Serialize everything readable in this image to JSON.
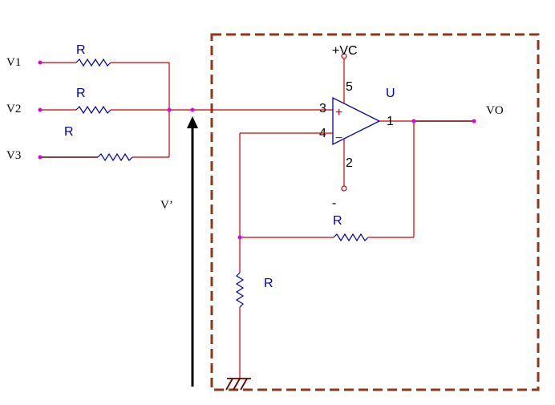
{
  "inputs": {
    "v1": "V1",
    "v2": "V2",
    "v3": "V3"
  },
  "input_resistors": {
    "r1": "R",
    "r2": "R",
    "r3": "R"
  },
  "opamp": {
    "name": "U",
    "supply_pos": "+VC",
    "supply_neg": "-",
    "pin_vpos": "5",
    "pin_in_noninv": "3",
    "pin_in_inv": "4",
    "pin_out": "1",
    "pin_vneg": "2",
    "plus_sign": "+",
    "minus_sign": "−"
  },
  "feedback_resistor": "R",
  "ground_resistor": "R",
  "output": "VO",
  "node_voltage": "V’",
  "colors": {
    "wire": "#cc0000",
    "resistor": "#0000aa",
    "node": "#e000e0",
    "box": "#8b3a1a"
  }
}
